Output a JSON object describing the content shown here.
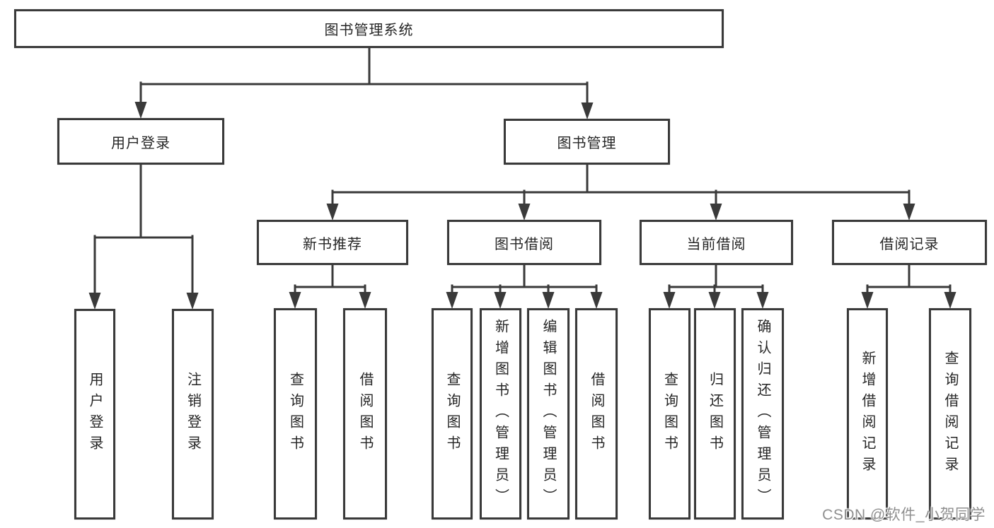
{
  "diagram_title": "图书管理系统",
  "nodes": {
    "root": "图书管理系统",
    "user_login": "用户登录",
    "book_mgmt": "图书管理",
    "new_book": "新书推荐",
    "book_borrow": "图书借阅",
    "current_borrow": "当前借阅",
    "borrow_record": "借阅记录",
    "user_login_children": [
      "用户登录",
      "注销登录"
    ],
    "new_book_children": [
      "查询图书",
      "借阅图书"
    ],
    "book_borrow_children": [
      "查询图书",
      "新增图书（管理员）",
      "编辑图书（管理员）",
      "借阅图书"
    ],
    "current_borrow_children": [
      "查询图书",
      "归还图书",
      "确认归还（管理员）"
    ],
    "borrow_record_children": [
      "新增借阅记录",
      "查询借阅记录"
    ]
  },
  "watermark": {
    "text": "CSDN @软件_小贺同学",
    "color": "#8f8f8f"
  },
  "colors": {
    "background": "#ffffff",
    "box_border": "#3a3a3a",
    "connector_line": "#3a3a3a",
    "text": "#262626"
  }
}
